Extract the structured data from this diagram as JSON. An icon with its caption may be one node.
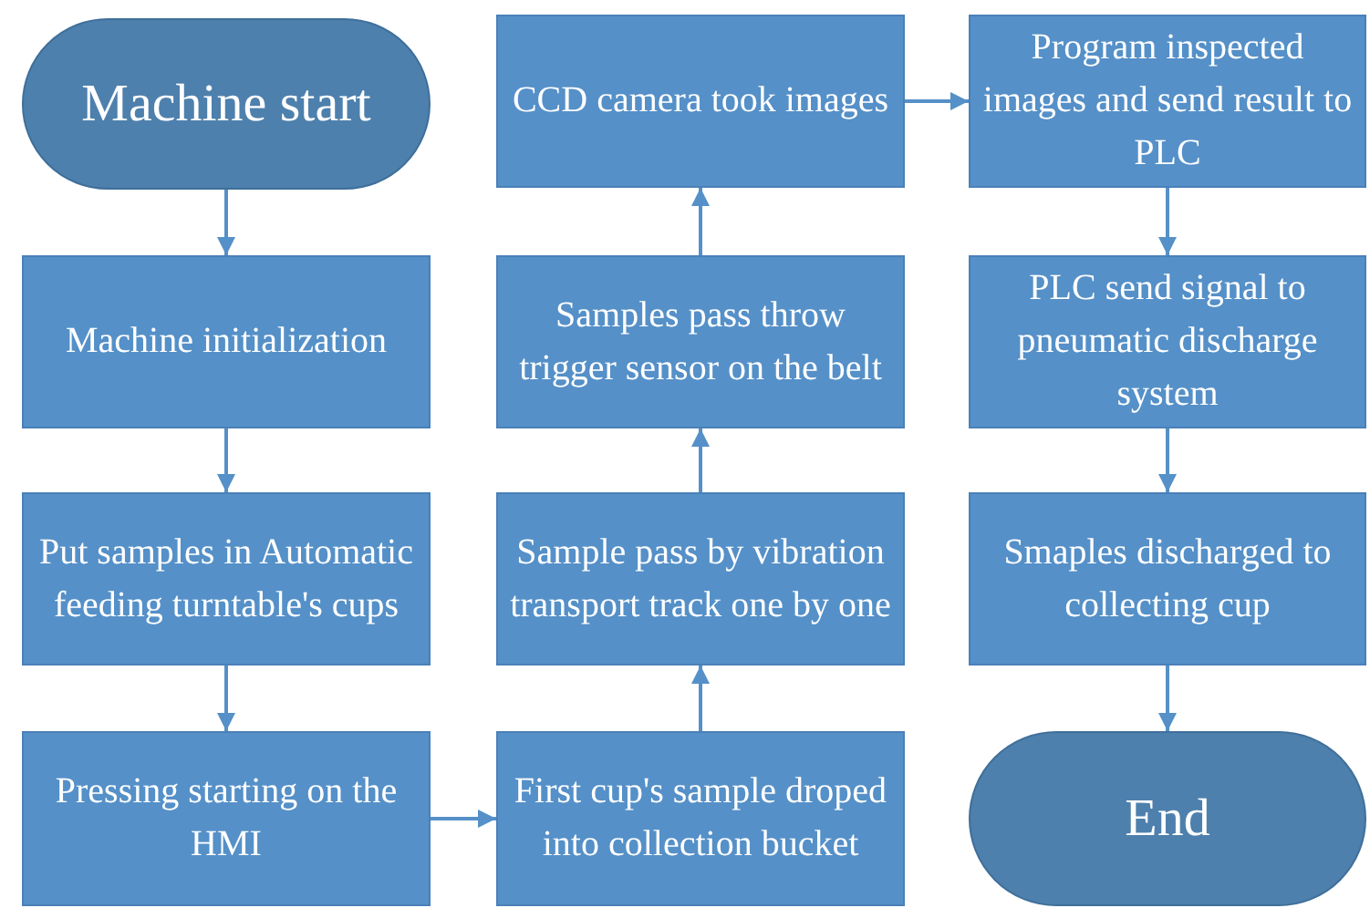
{
  "diagram": {
    "nodes": [
      {
        "text": [
          "Machine start"
        ]
      },
      {
        "text": [
          "Machine initialization"
        ]
      },
      {
        "text": [
          "Put samples in Automatic feeding turntable's cups"
        ]
      },
      {
        "text": [
          "Pressing starting on the HMI"
        ]
      },
      {
        "text": [
          "First cup's sample droped into collection bucket"
        ]
      },
      {
        "text": [
          "Sample pass by vibration transport track one by one"
        ]
      },
      {
        "text": [
          "Samples pass throw trigger sensor on the belt"
        ]
      },
      {
        "text": [
          "CCD camera took images"
        ]
      },
      {
        "text": [
          "Program inspected images and send result to PLC"
        ]
      },
      {
        "text": [
          "PLC send signal to pneumatic discharge system"
        ]
      },
      {
        "text": [
          "Smaples discharged to collecting cup"
        ]
      },
      {
        "text": [
          "End"
        ]
      }
    ],
    "edges": [
      {
        "from": 0,
        "to": 1,
        "arrow": "to"
      },
      {
        "from": 1,
        "to": 2,
        "arrow": "to"
      },
      {
        "from": 2,
        "to": 3,
        "arrow": "to"
      },
      {
        "from": 3,
        "to": 4,
        "arrow": "to"
      },
      {
        "from": 4,
        "to": 5,
        "arrow": "to"
      },
      {
        "from": 5,
        "to": 6,
        "arrow": "to"
      },
      {
        "from": 6,
        "to": 7,
        "arrow": "to"
      },
      {
        "from": 7,
        "to": 8,
        "arrow": "to"
      },
      {
        "from": 8,
        "to": 9,
        "arrow": "to"
      },
      {
        "from": 9,
        "to": 10,
        "arrow": "to"
      },
      {
        "from": 10,
        "to": 11,
        "arrow": "to"
      }
    ]
  }
}
